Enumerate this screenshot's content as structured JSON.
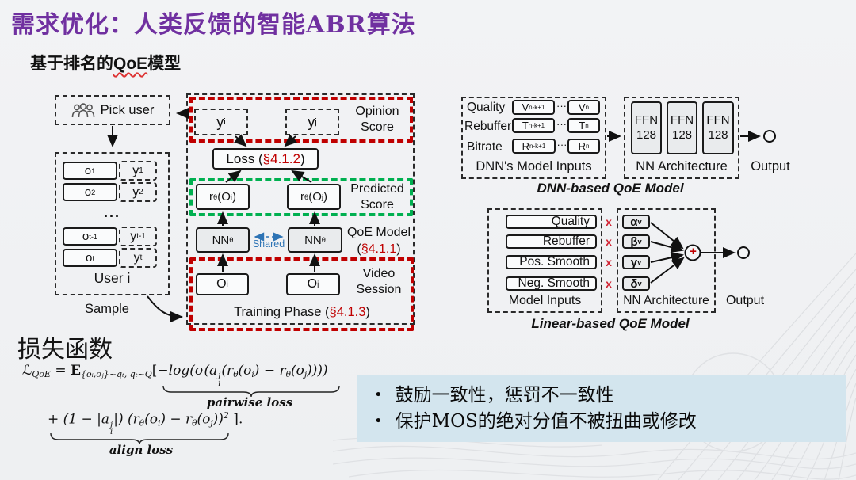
{
  "slide": {
    "title": "需求优化：人类反馈的智能ABR算法",
    "subtitle_prefix": "基于排名的",
    "subtitle_em": "QoE",
    "subtitle_suffix": "模型"
  },
  "left": {
    "pick_user": "Pick user",
    "rows": [
      {
        "o": "o",
        "os": "1",
        "y": "y",
        "ys": "1"
      },
      {
        "o": "o",
        "os": "2",
        "y": "y",
        "ys": "2"
      },
      {
        "o": "o",
        "os": "t-1",
        "y": "y",
        "ys": "t-1"
      },
      {
        "o": "o",
        "os": "t",
        "y": "y",
        "ys": "t"
      }
    ],
    "ellipsis": "...",
    "user_label": "User i",
    "sample_label": "Sample"
  },
  "middle": {
    "y_i": {
      "b": "y",
      "s": "i"
    },
    "y_j": {
      "b": "y",
      "s": "j"
    },
    "opinion1": "Opinion",
    "opinion2": "Score",
    "loss_pre": "Loss (",
    "loss_sec": "§4.1.2",
    "loss_post": ")",
    "r_i": {
      "a": "r",
      "th": "θ",
      "b": "(O",
      "s": "i",
      "c": ")"
    },
    "r_j": {
      "a": "r",
      "th": "θ",
      "b": "(O",
      "s": "j",
      "c": ")"
    },
    "pred1": "Predicted",
    "pred2": "Score",
    "nn": {
      "b": "NN",
      "s": "θ"
    },
    "shared": "Shared",
    "qoe1": "QoE Model",
    "qoe_pre": "(",
    "qoe_sec": "§4.1.1",
    "qoe_post": ")",
    "o_i": {
      "b": "O",
      "s": "i"
    },
    "o_j": {
      "b": "O",
      "s": "j"
    },
    "video1": "Video",
    "video2": "Session",
    "train_pre": "Training Phase (",
    "train_sec": "§4.1.3",
    "train_post": ")"
  },
  "dnn": {
    "rows": [
      {
        "label": "Quality",
        "fb": "V",
        "fs": "n-k+1",
        "dots": "···",
        "lb": "V",
        "ls": "n"
      },
      {
        "label": "Rebuffer",
        "fb": "T",
        "fs": "n-k+1",
        "dots": "···",
        "lb": "T",
        "ls": "n"
      },
      {
        "label": "Bitrate",
        "fb": "R",
        "fs": "n-k+1",
        "dots": "···",
        "lb": "R",
        "ls": "n"
      }
    ],
    "inputs_label": "DNN's Model Inputs",
    "ffn_l1": "FFN",
    "ffn_l2": "128",
    "arch_label": "NN Architecture",
    "output_label": "Output",
    "caption": "DNN-based QoE Model"
  },
  "linear": {
    "inputs": [
      "Quality",
      "Rebuffer",
      "Pos. Smooth",
      "Neg. Smooth"
    ],
    "times": "x",
    "weights": [
      {
        "b": "α",
        "s": "v"
      },
      {
        "b": "β",
        "s": "v"
      },
      {
        "b": "γ",
        "s": "v"
      },
      {
        "b": "δ",
        "s": "v"
      }
    ],
    "plus": "+",
    "inputs_label": "Model Inputs",
    "arch_label": "NN Architecture",
    "output_label": "Output",
    "caption": "Linear-based QoE Model"
  },
  "loss": {
    "heading": "损失函数",
    "L": "ℒ",
    "L_sub": "QoE",
    "eq": " = ",
    "E": "E",
    "E_sub": "{oᵢ,oⱼ}~qₜ, qₜ~Q",
    "open": "[",
    "t1a": "−log(σ(a",
    "t1_sup": "j",
    "t1_sub": "i",
    "t1b": "(r",
    "th1": "θ",
    "t1c": "(o",
    "i1": "i",
    "t1d": ") − r",
    "th2": "θ",
    "t1e": "(o",
    "j1": "j",
    "t1f": "))))",
    "pairwise_label": "pairwise loss",
    "t2a": "+ (1 − |a",
    "t2_sup": "j",
    "t2_sub": "i",
    "t2b": "|) (r",
    "th3": "θ",
    "t2c": "(o",
    "i2": "i",
    "t2d": ") − r",
    "th4": "θ",
    "t2e": "(o",
    "j2": "j",
    "t2f": "))",
    "t2_exp": "2",
    "t2g": " ].",
    "align_label": "align loss"
  },
  "callout": {
    "bullet": "•",
    "bullets": [
      "鼓励一致性，惩罚不一致性",
      "保护MOS的绝对分值不被扭曲或修改"
    ]
  },
  "colors": {
    "accent_purple": "#7030A0",
    "section_red": "#C00000",
    "predicted_green": "#00B050",
    "shared_blue": "#2E74B5",
    "callout_bg": "#D3E5EE"
  }
}
